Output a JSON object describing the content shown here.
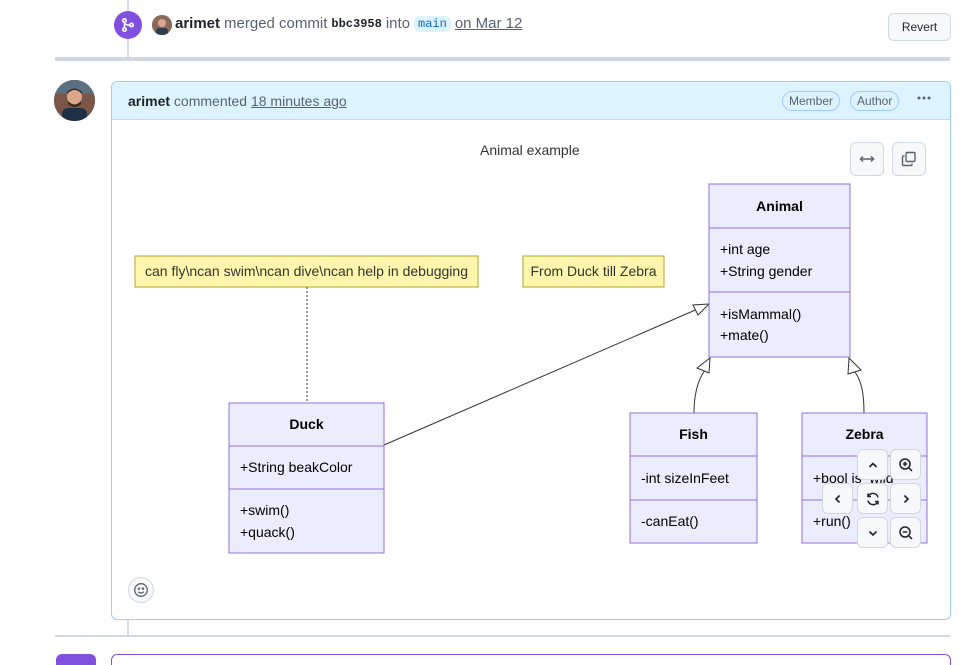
{
  "merge_event": {
    "user": "arimet",
    "action": "merged commit",
    "sha": "bbc3958",
    "into": "into",
    "branch": "main",
    "date": "on Mar 12",
    "revert_label": "Revert"
  },
  "comment": {
    "author": "arimet",
    "action": "commented",
    "time": "18 minutes ago",
    "badges": [
      "Member",
      "Author"
    ],
    "more_icon": "kebab-horizontal-icon"
  },
  "diagram": {
    "title": "Animal example",
    "notes": [
      "can fly\\ncan swim\\ncan dive\\ncan help in debugging",
      "From Duck till Zebra"
    ],
    "classes": {
      "animal": {
        "name": "Animal",
        "attributes": [
          "+int age",
          "+String gender"
        ],
        "methods": [
          "+isMammal()",
          "+mate()"
        ]
      },
      "duck": {
        "name": "Duck",
        "attributes": [
          "+String beakColor"
        ],
        "methods": [
          "+swim()",
          "+quack()"
        ]
      },
      "fish": {
        "name": "Fish",
        "attributes": [
          "-int sizeInFeet"
        ],
        "methods": [
          "-canEat()"
        ]
      },
      "zebra": {
        "name": "Zebra",
        "attributes": [
          "+bool is_wild"
        ],
        "methods": [
          "+run()"
        ]
      }
    },
    "colors": {
      "class_fill": "#ECECFF",
      "class_stroke": "#9370DB",
      "note_fill": "#FFF5AD",
      "note_stroke": "#AAAA33"
    }
  },
  "toolbar": {
    "expand_icon": "arrows-horizontal-icon",
    "copy_icon": "copy-icon",
    "zoom_in_icon": "zoom-in-icon",
    "zoom_out_icon": "zoom-out-icon",
    "reset_icon": "sync-icon"
  },
  "colors": {
    "merge_purple": "#8250df",
    "link_blue": "#0969da",
    "header_blue": "#ddf4ff"
  }
}
